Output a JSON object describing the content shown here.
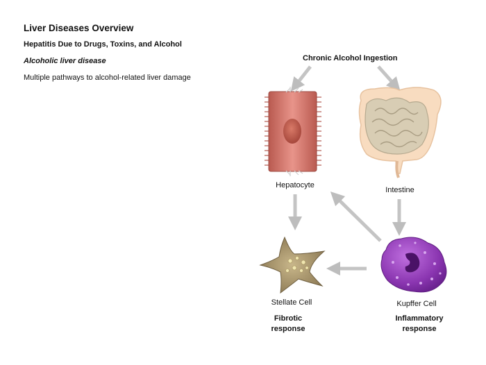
{
  "header": {
    "title": "Liver Diseases Overview",
    "subtitle": "Hepatitis Due to Drugs, Toxins, and Alcohol",
    "section": "Alcoholic liver disease",
    "description": "Multiple pathways to alcohol-related liver damage"
  },
  "diagram": {
    "source": "Chronic Alcohol Ingestion",
    "hepatocyte": "Hepatocyte",
    "intestine": "Intestine",
    "stellate": "Stellate Cell",
    "kupffer": "Kupffer Cell",
    "fibrotic_1": "Fibrotic",
    "fibrotic_2": "response",
    "inflammatory_1": "Inflammatory",
    "inflammatory_2": "response"
  }
}
